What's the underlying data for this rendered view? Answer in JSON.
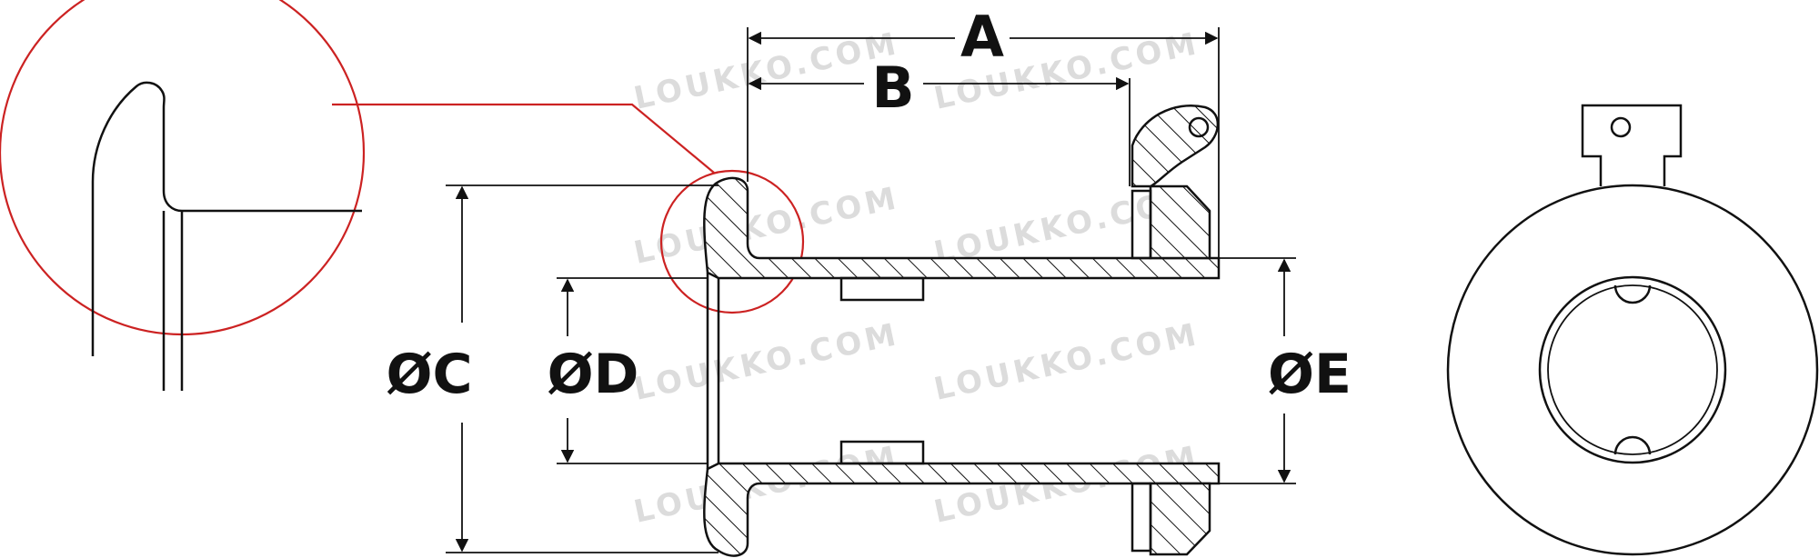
{
  "watermark": "LOUKKO.COM",
  "labels": {
    "a": "A",
    "b": "B",
    "c": "ØC",
    "d": "ØD",
    "e": "ØE"
  },
  "colors": {
    "line": "#111111",
    "detail_circle": "#cc2222",
    "watermark": "#dcdcdc"
  }
}
